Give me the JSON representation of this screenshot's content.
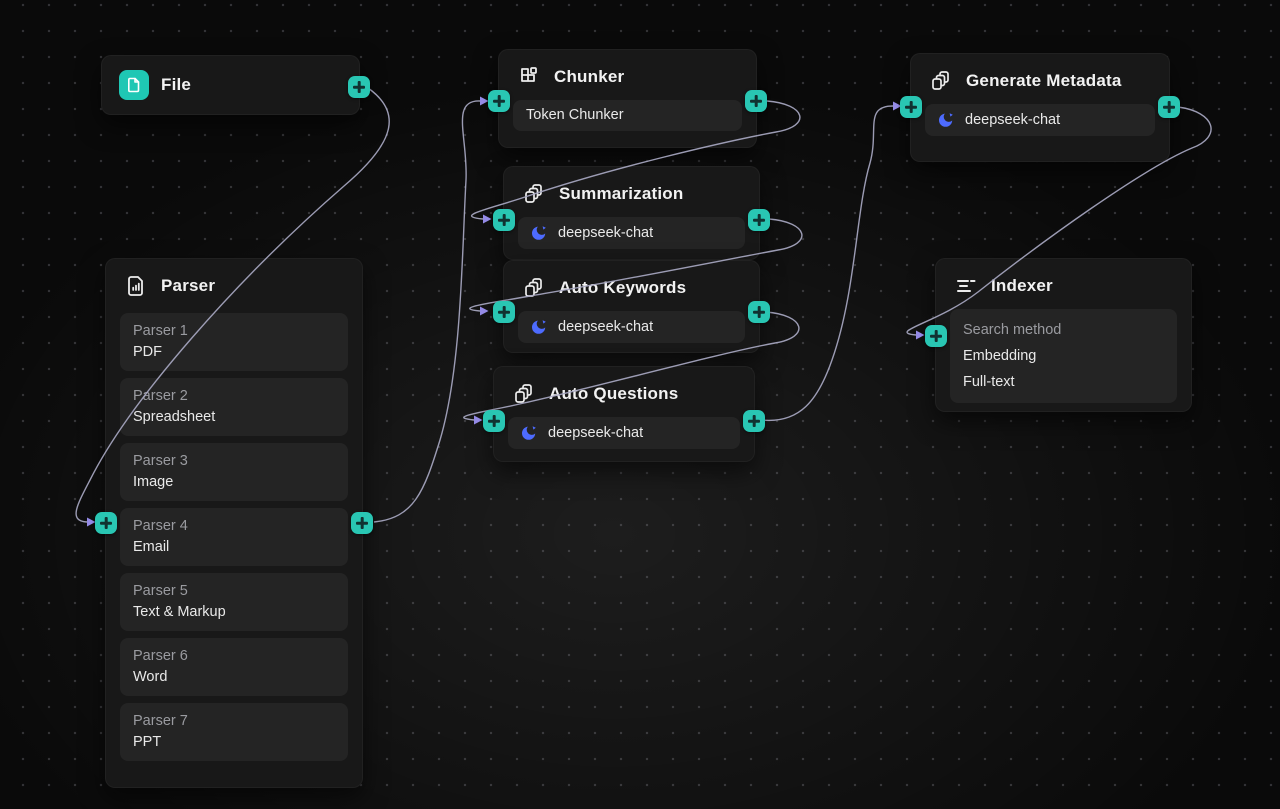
{
  "canvas": {
    "background": "#0a0a0a",
    "dot_color": "#3a3a40",
    "edge_color": "#a8a8c2",
    "arrow_color": "#948ae6",
    "port_color": "#29c6b3",
    "accent_teal": "#1fc7b4",
    "deepseek_blue": "#4d6bfe"
  },
  "nodes": {
    "file": {
      "title": "File",
      "icon": "file-icon"
    },
    "parser": {
      "title": "Parser",
      "icon": "file-chart-icon",
      "items": [
        {
          "label": "Parser 1",
          "value": "PDF"
        },
        {
          "label": "Parser 2",
          "value": "Spreadsheet"
        },
        {
          "label": "Parser 3",
          "value": "Image"
        },
        {
          "label": "Parser 4",
          "value": "Email"
        },
        {
          "label": "Parser 5",
          "value": "Text & Markup"
        },
        {
          "label": "Parser 6",
          "value": "Word"
        },
        {
          "label": "Parser 7",
          "value": "PPT"
        }
      ]
    },
    "chunker": {
      "title": "Chunker",
      "icon": "blocks-icon",
      "method": "Token Chunker"
    },
    "summarization": {
      "title": "Summarization",
      "icon": "pages-stack-icon",
      "model": "deepseek-chat"
    },
    "auto_keywords": {
      "title": "Auto Keywords",
      "icon": "pages-stack-icon",
      "model": "deepseek-chat"
    },
    "auto_questions": {
      "title": "Auto Questions",
      "icon": "pages-stack-icon",
      "model": "deepseek-chat"
    },
    "generate_metadata": {
      "title": "Generate Metadata",
      "icon": "pages-stack-icon",
      "model": "deepseek-chat"
    },
    "indexer": {
      "title": "Indexer",
      "icon": "index-lines-icon",
      "item": {
        "label": "Search method",
        "values": [
          "Embedding",
          "Full-text"
        ]
      }
    }
  }
}
